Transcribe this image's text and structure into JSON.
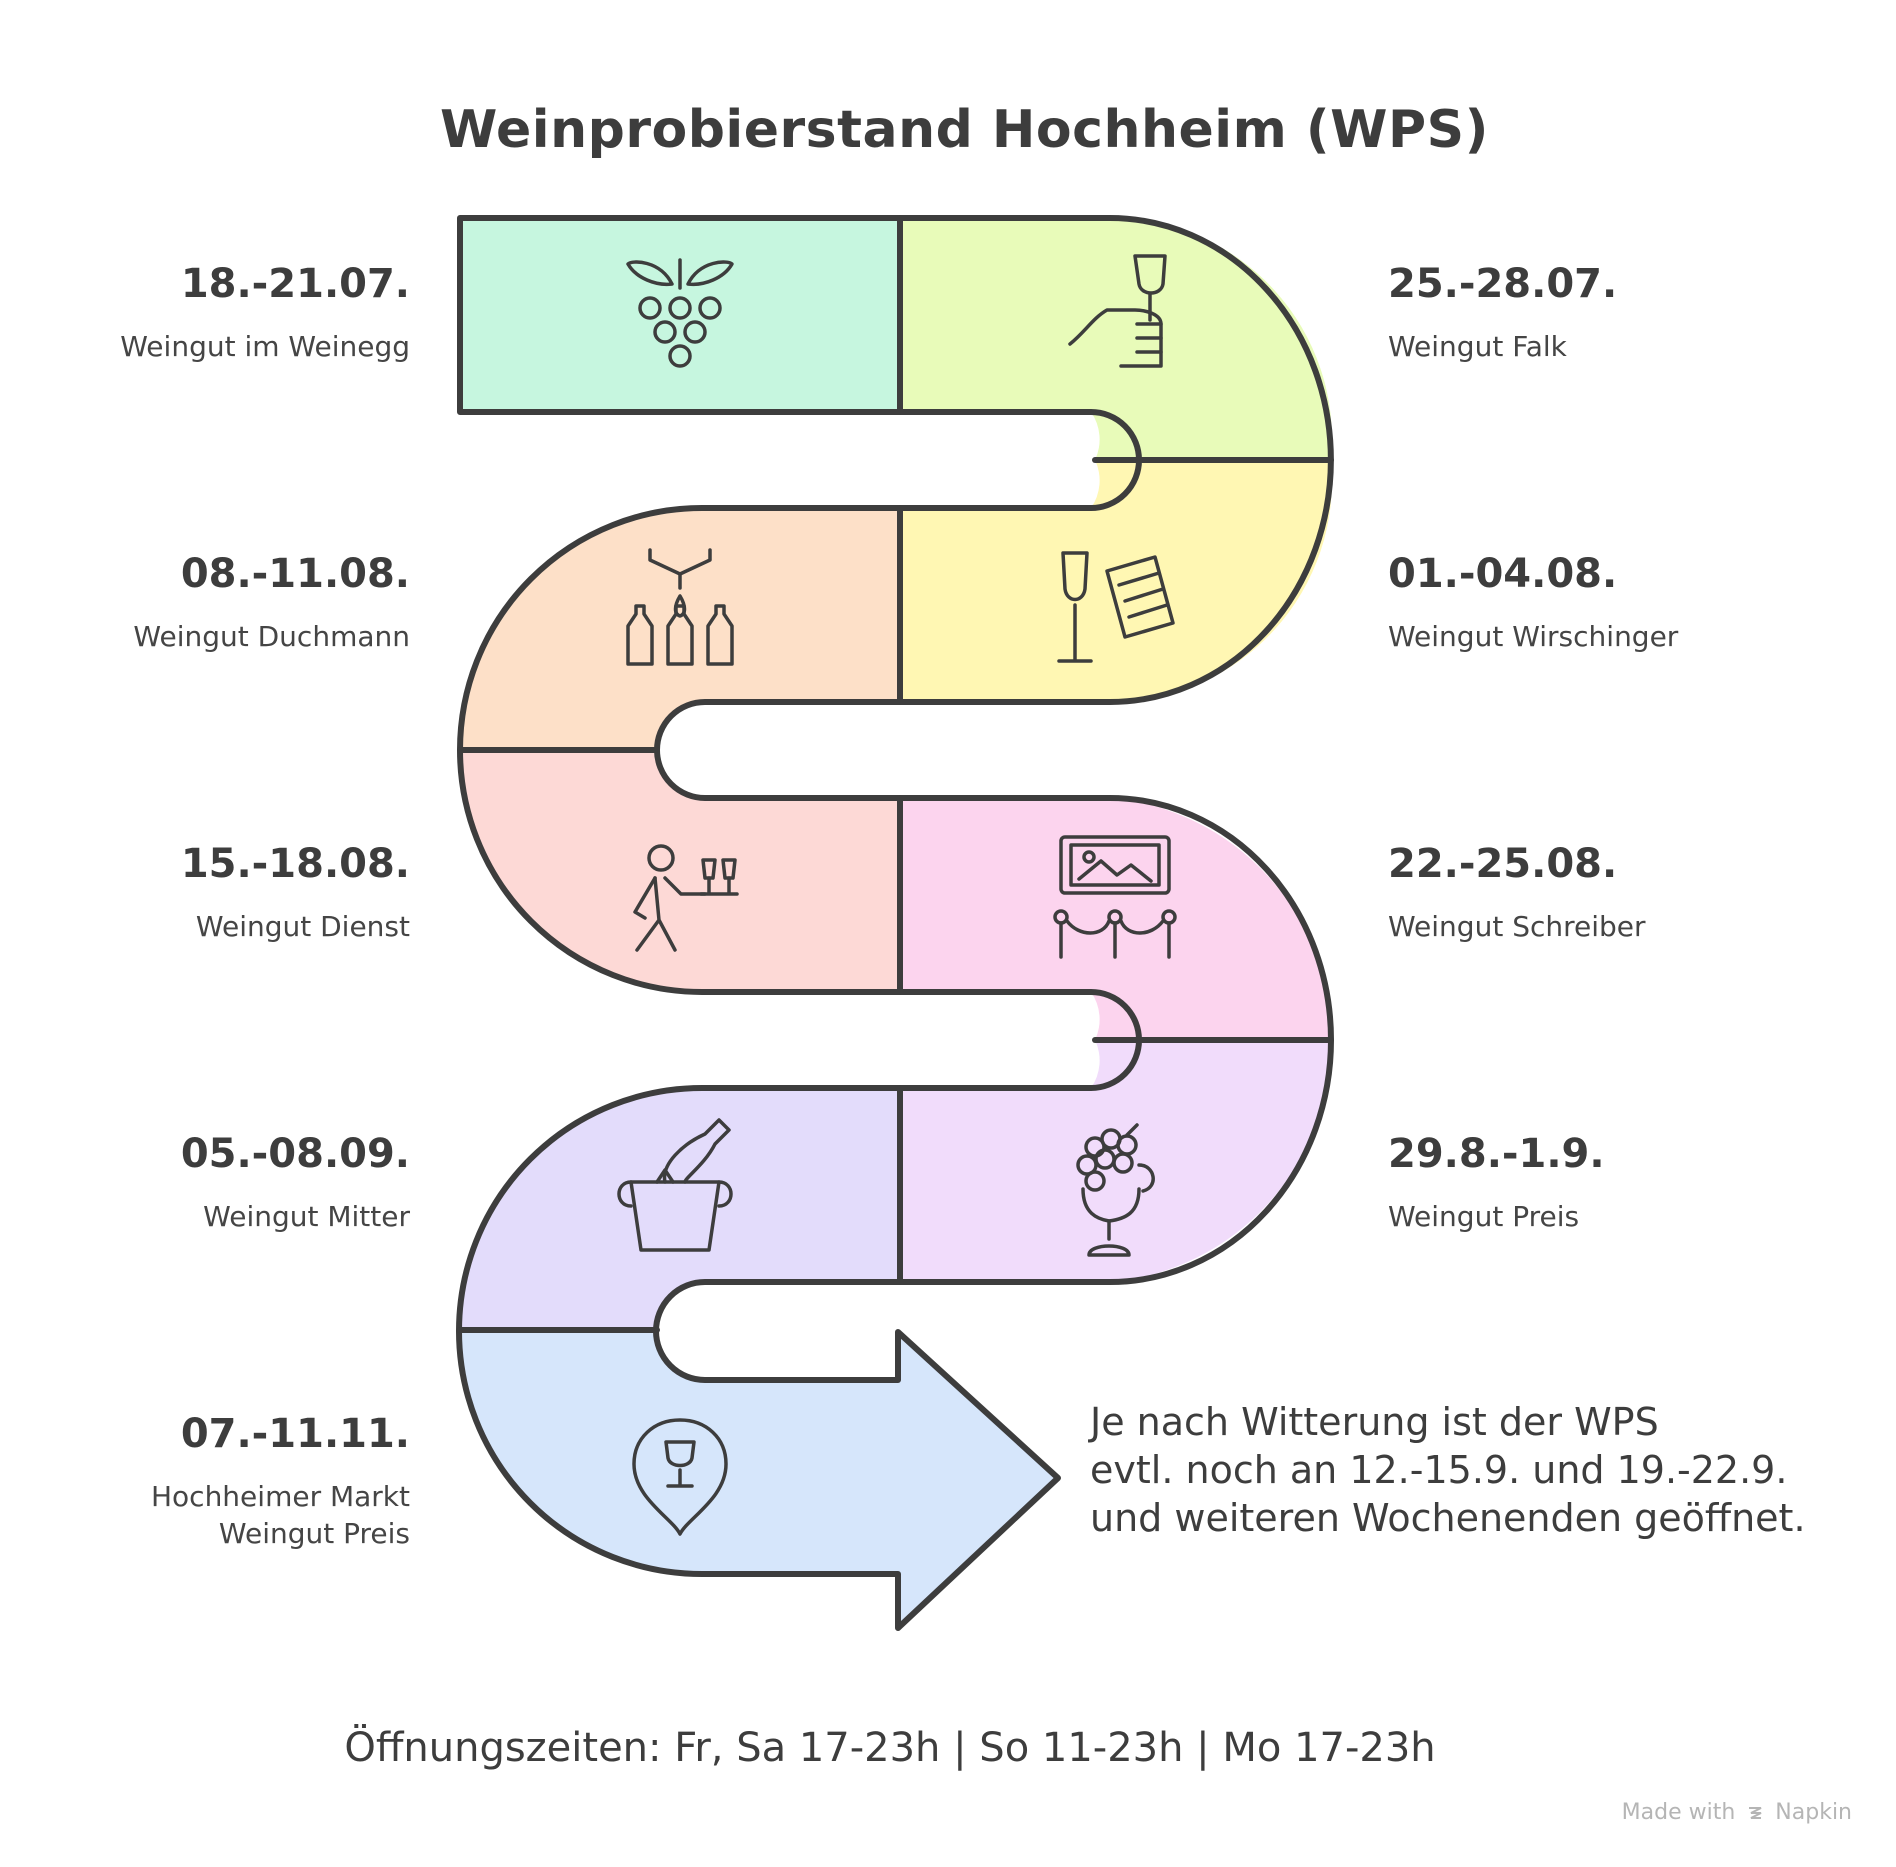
{
  "title": "Weinprobierstand Hochheim (WPS)",
  "colors": {
    "outline": "#3d3d3d",
    "seg_grapes": "#c6f6df",
    "seg_toast": "#e8fbb9",
    "seg_menu": "#fff7b3",
    "seg_bottles": "#fde0c8",
    "seg_waiter": "#fdd9d6",
    "seg_gallery": "#fcd4ee",
    "seg_goblet": "#f1dcfb",
    "seg_bucket": "#e3dcfb",
    "seg_location": "#d6e6fb"
  },
  "events": [
    {
      "date": "18.-21.07.",
      "name": "Weingut im Weinegg",
      "icon": "grapes-icon"
    },
    {
      "date": "25.-28.07.",
      "name": "Weingut Falk",
      "icon": "wine-toast-icon"
    },
    {
      "date": "01.-04.08.",
      "name": "Weingut Wirschinger",
      "icon": "wine-menu-icon"
    },
    {
      "date": "08.-11.08.",
      "name": "Weingut Duchmann",
      "icon": "wine-bottles-icon"
    },
    {
      "date": "15.-18.08.",
      "name": "Weingut Dienst",
      "icon": "waiter-icon"
    },
    {
      "date": "22.-25.08.",
      "name": "Weingut Schreiber",
      "icon": "gallery-icon"
    },
    {
      "date": "29.8.-1.9.",
      "name": "Weingut Preis",
      "icon": "grape-goblet-icon"
    },
    {
      "date": "05.-08.09.",
      "name": "Weingut Mitter",
      "icon": "champagne-bucket-icon"
    },
    {
      "date": "07.-11.11.",
      "name": "Hochheimer Markt\nWeingut Preis",
      "icon": "wine-location-icon"
    }
  ],
  "note": "Je nach Witterung ist der WPS\nevtl. noch an 12.-15.9. und 19.-22.9.\nund weiteren Wochenenden geöffnet.",
  "hours": "Öffnungszeiten: Fr, Sa 17-23h | So 11-23h | Mo 17-23h",
  "brand": {
    "prefix": "Made with",
    "name": "Napkin"
  }
}
